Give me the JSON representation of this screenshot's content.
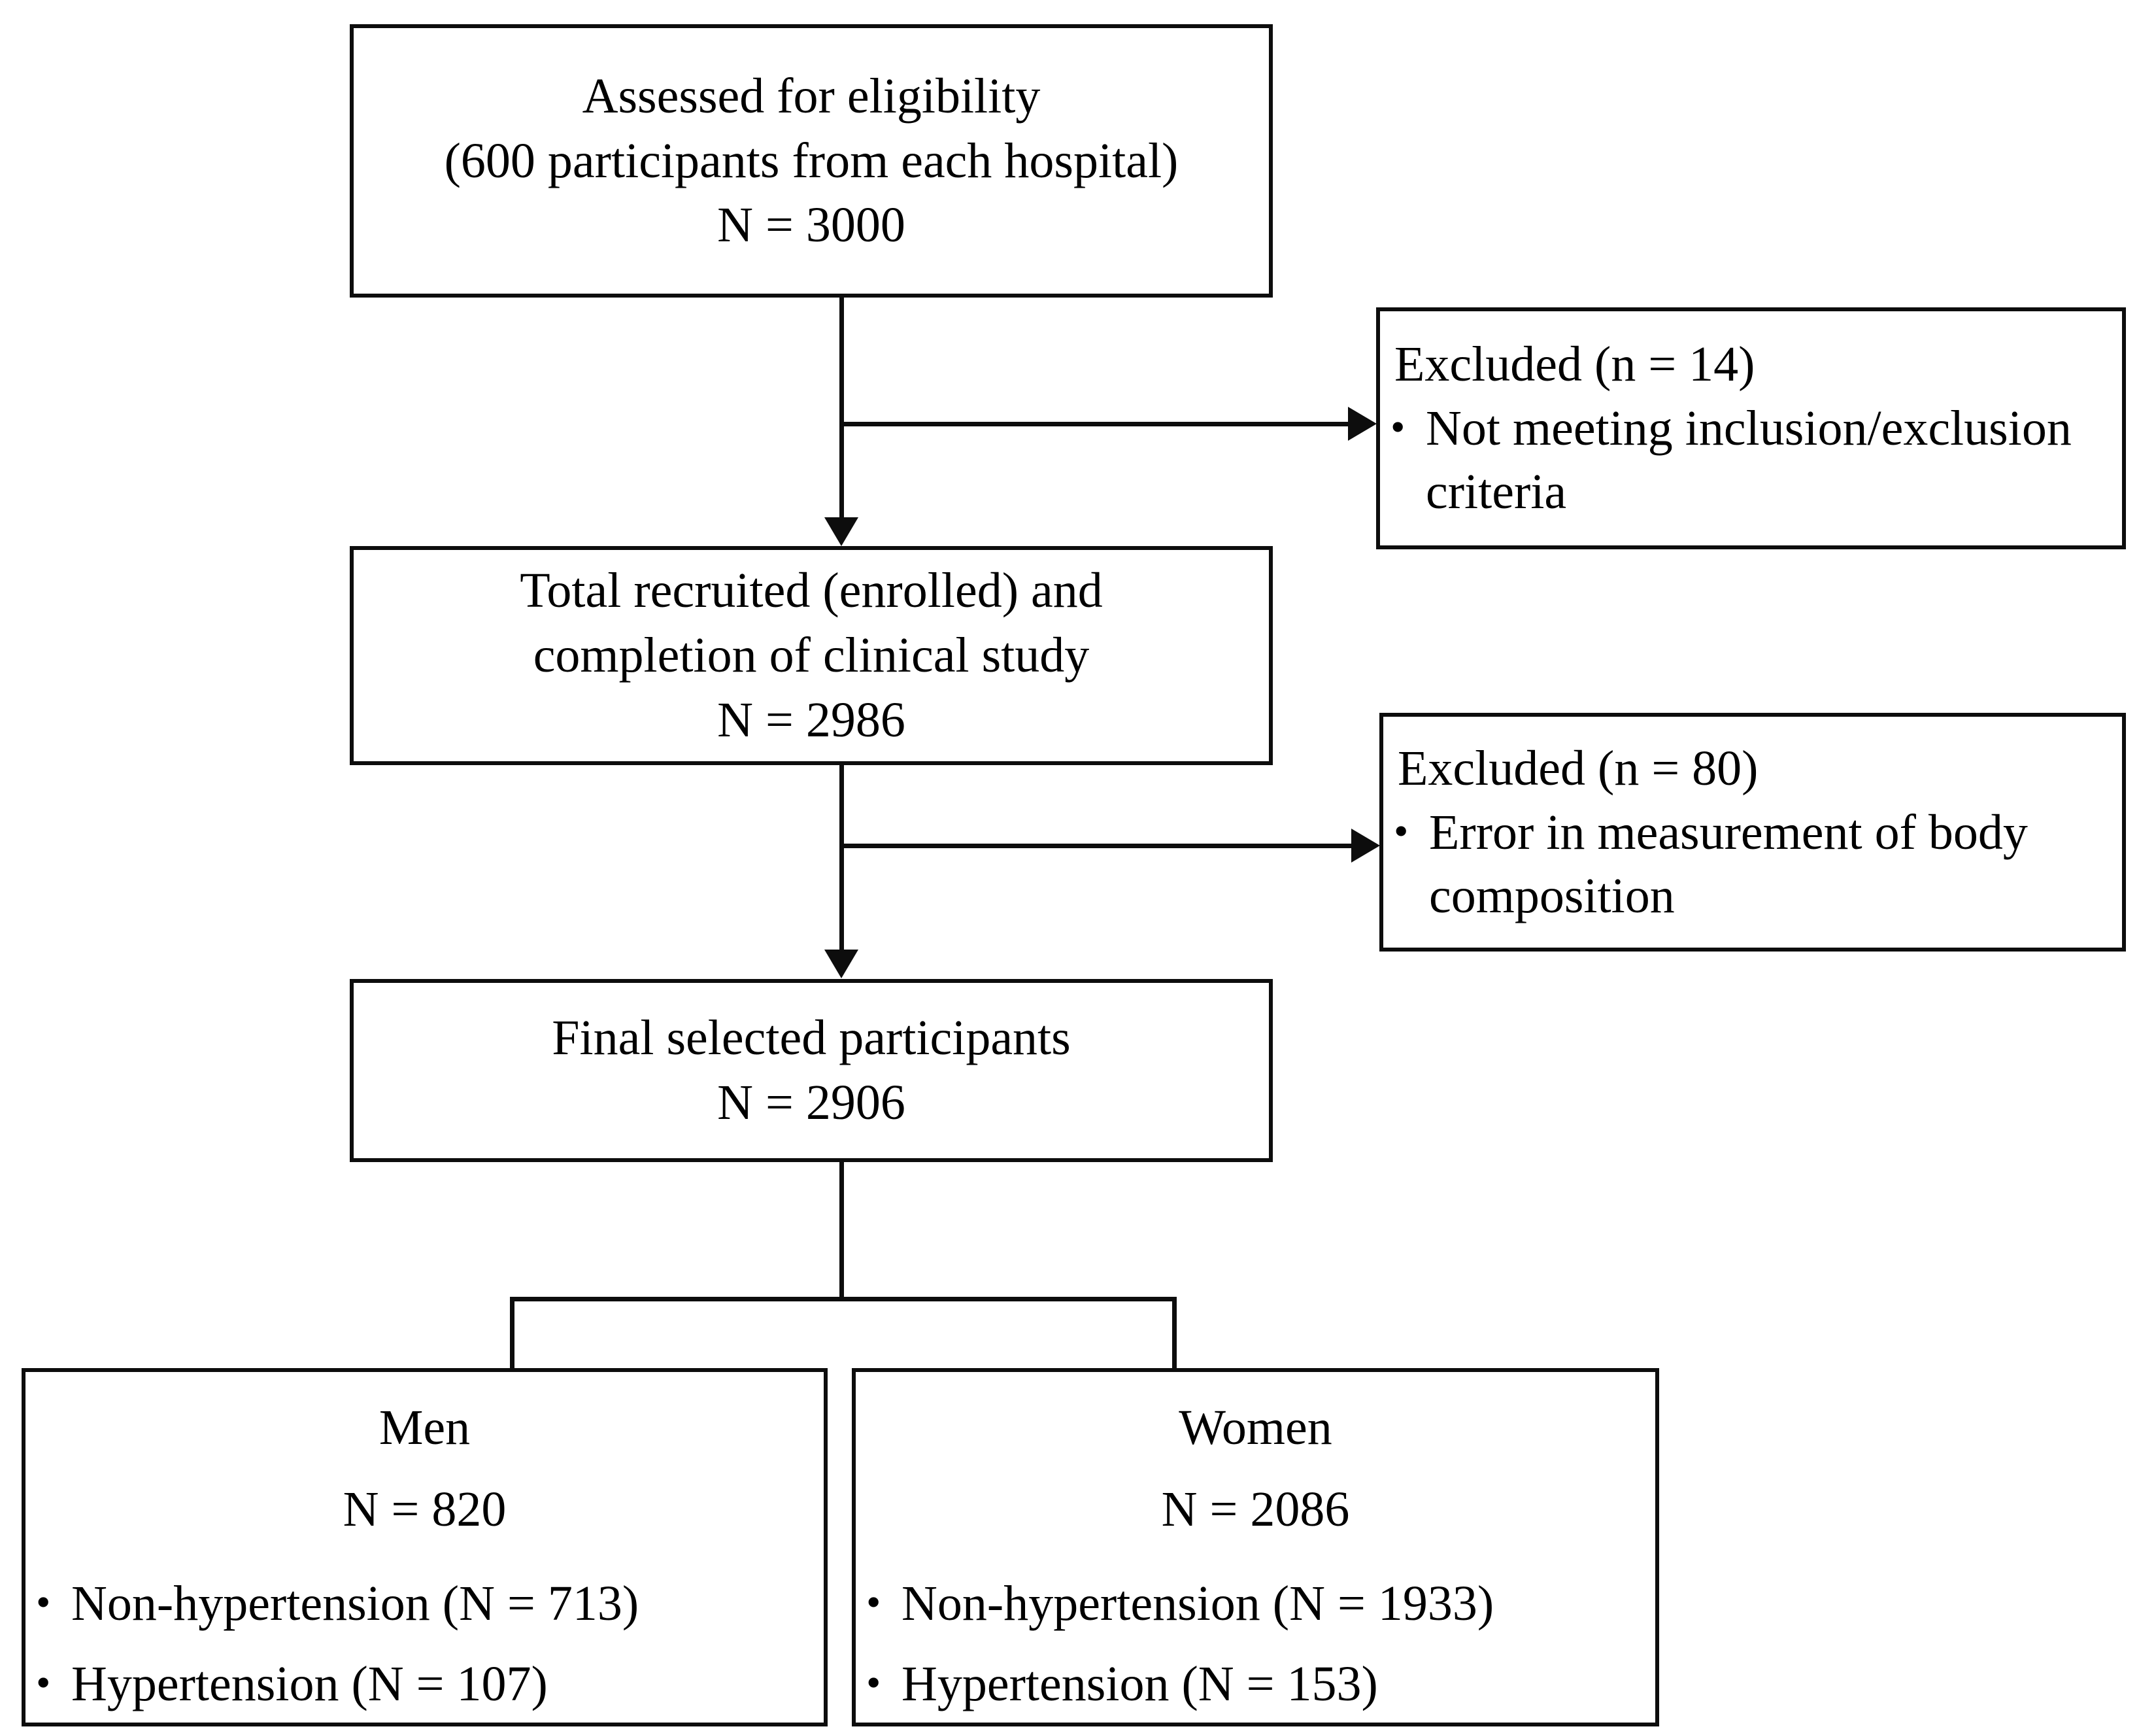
{
  "diagram": {
    "type": "participant-flow-chart",
    "nodes": {
      "assessed": {
        "line1": "Assessed for eligibility",
        "line2": "(600 participants from each hospital)",
        "line3": "N = 3000"
      },
      "excluded_1": {
        "heading": "Excluded (n = 14)",
        "bullets": [
          "Not meeting inclusion/exclusion criteria"
        ]
      },
      "recruited": {
        "line1": "Total recruited (enrolled) and",
        "line2": "completion of clinical study",
        "line3": "N = 2986"
      },
      "excluded_2": {
        "heading": "Excluded (n = 80)",
        "bullets": [
          "Error in measurement of body composition"
        ]
      },
      "final": {
        "line1": "Final selected participants",
        "line2": "N = 2906"
      },
      "men": {
        "title": "Men",
        "count": "N = 820",
        "bullets": [
          "Non-hypertension (N = 713)",
          "Hypertension (N = 107)"
        ]
      },
      "women": {
        "title": "Women",
        "count": "N = 2086",
        "bullets": [
          "Non-hypertension (N = 1933)",
          "Hypertension (N = 153)"
        ]
      }
    },
    "colors": {
      "stroke": "#0d0d0d",
      "background": "#ffffff",
      "text": "#000000"
    }
  }
}
